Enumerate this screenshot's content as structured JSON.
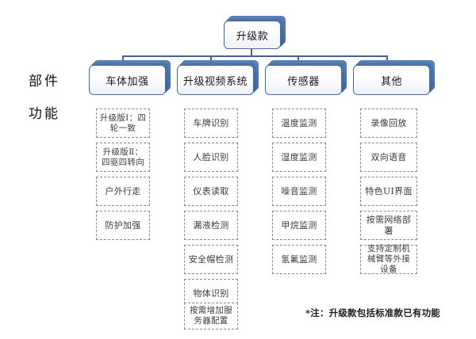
{
  "labels": {
    "parts": "部件",
    "functions": "功能"
  },
  "root": {
    "title": "升级款"
  },
  "columns": [
    {
      "header": "车体加强",
      "items": [
        "升级版Ⅰ：四轮一致",
        "升级版Ⅱ：四驱四转向",
        "户外行走",
        "防护加强"
      ]
    },
    {
      "header": "升级视频系统",
      "items": [
        "车牌识别",
        "人脸识别",
        "仪表读取",
        "漏液检测",
        "安全帽检测",
        "物体识别",
        "按需增加服务器配置"
      ]
    },
    {
      "header": "传感器",
      "items": [
        "温度监测",
        "湿度监测",
        "噪音监测",
        "甲烷监测",
        "氢氟监测"
      ]
    },
    {
      "header": "其他",
      "items": [
        "录像回放",
        "双向语音",
        "特色UI界面",
        "按需网络部署",
        "支持定制机械臂等外接设备"
      ]
    }
  ],
  "footnote": "*注：升级款包括标准款已有功能",
  "colors": {
    "node_border": "#3f6aa6",
    "node_back": "#4e76b2",
    "connector": "#3a65a0",
    "leaf_border": "#8b8b8b"
  }
}
